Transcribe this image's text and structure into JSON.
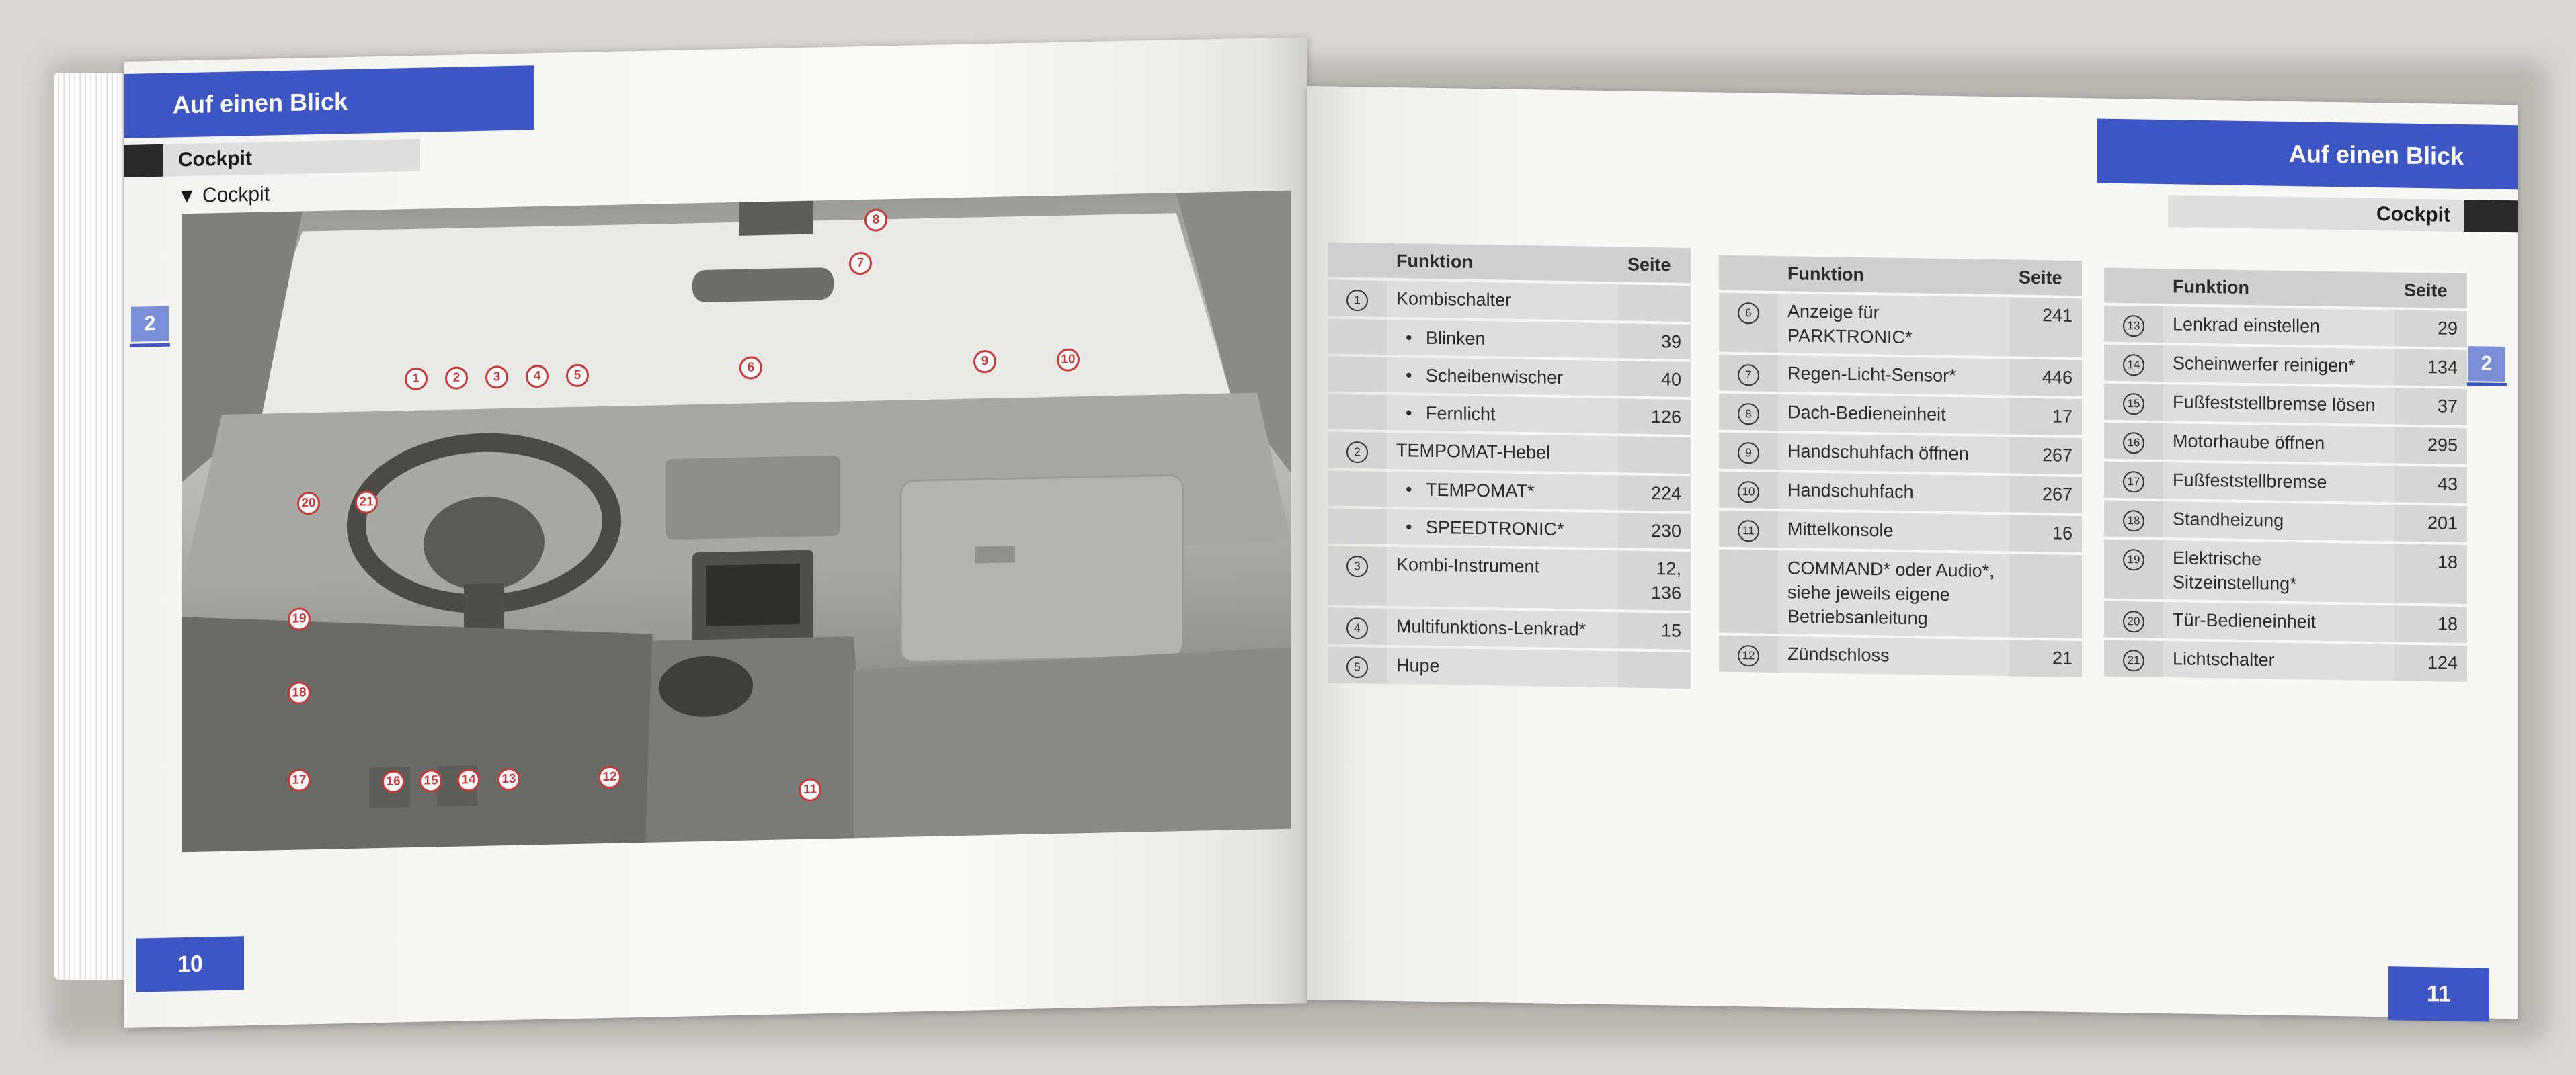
{
  "left_page": {
    "header": "Auf einen Blick",
    "section": "Cockpit",
    "subsection": "▼ Cockpit",
    "side_tab": "2",
    "page_number": "10",
    "callouts": [
      "1",
      "2",
      "3",
      "4",
      "5",
      "6",
      "7",
      "8",
      "9",
      "10",
      "11",
      "12",
      "13",
      "14",
      "15",
      "16",
      "17",
      "18",
      "19",
      "20",
      "21"
    ]
  },
  "right_page": {
    "header": "Auf einen Blick",
    "section": "Cockpit",
    "side_tab": "2",
    "page_number": "11",
    "col_header_function": "Funktion",
    "col_header_page": "Seite",
    "table1": [
      {
        "num": "1",
        "label": "Kombischalter",
        "page": ""
      },
      {
        "num": "",
        "label": "Blinken",
        "page": "39",
        "bullet": true
      },
      {
        "num": "",
        "label": "Scheibenwischer",
        "page": "40",
        "bullet": true
      },
      {
        "num": "",
        "label": "Fernlicht",
        "page": "126",
        "bullet": true
      },
      {
        "num": "2",
        "label": "TEMPOMAT-Hebel",
        "page": ""
      },
      {
        "num": "",
        "label": "TEMPOMAT*",
        "page": "224",
        "bullet": true
      },
      {
        "num": "",
        "label": "SPEEDTRONIC*",
        "page": "230",
        "bullet": true
      },
      {
        "num": "3",
        "label": "Kombi-Instrument",
        "page": "12, 136"
      },
      {
        "num": "4",
        "label": "Multifunktions-Lenkrad*",
        "page": "15"
      },
      {
        "num": "5",
        "label": "Hupe",
        "page": ""
      }
    ],
    "table2": [
      {
        "num": "6",
        "label": "Anzeige für PARKTRONIC*",
        "page": "241"
      },
      {
        "num": "7",
        "label": "Regen-Licht-Sensor*",
        "page": "446"
      },
      {
        "num": "8",
        "label": "Dach-Bedieneinheit",
        "page": "17"
      },
      {
        "num": "9",
        "label": "Handschuhfach öffnen",
        "page": "267"
      },
      {
        "num": "10",
        "label": "Handschuhfach",
        "page": "267"
      },
      {
        "num": "11",
        "label": "Mittelkonsole",
        "page": "16"
      },
      {
        "num": "",
        "label": "COMMAND* oder Audio*, siehe jeweils eigene Betriebsanleitung",
        "page": ""
      },
      {
        "num": "12",
        "label": "Zündschloss",
        "page": "21"
      }
    ],
    "table3": [
      {
        "num": "13",
        "label": "Lenkrad einstellen",
        "page": "29"
      },
      {
        "num": "14",
        "label": "Scheinwerfer reinigen*",
        "page": "134"
      },
      {
        "num": "15",
        "label": "Fußfeststellbremse lösen",
        "page": "37"
      },
      {
        "num": "16",
        "label": "Motorhaube öffnen",
        "page": "295"
      },
      {
        "num": "17",
        "label": "Fußfeststellbremse",
        "page": "43"
      },
      {
        "num": "18",
        "label": "Standheizung",
        "page": "201"
      },
      {
        "num": "19",
        "label": "Elektrische Sitzeinstellung*",
        "page": "18"
      },
      {
        "num": "20",
        "label": "Tür-Bedieneinheit",
        "page": "18"
      },
      {
        "num": "21",
        "label": "Lichtschalter",
        "page": "124"
      }
    ]
  }
}
